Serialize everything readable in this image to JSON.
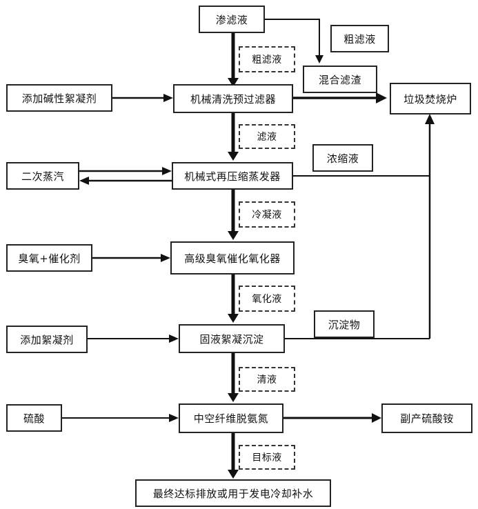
{
  "nodes": {
    "permeate": "渗滤液",
    "coarse_filtrate_side": "粗滤液",
    "coarse_filtrate_flow": "粗滤液",
    "mixed_residue": "混合滤渣",
    "incinerator": "垃圾焚烧炉",
    "alkaline_flocculant": "添加碱性絮凝剂",
    "mech_filter": "机械清洗预过滤器",
    "filtrate": "滤液",
    "concentrate": "浓缩液",
    "secondary_steam": "二次蒸汽",
    "mvr": "机械式再压缩蒸发器",
    "condensate": "冷凝液",
    "ozone_catalyst": "臭氧+催化剂",
    "oxidizer": "高级臭氧催化氧化器",
    "oxidized_liquid": "氧化液",
    "sediment": "沉淀物",
    "flocculant": "添加絮凝剂",
    "sedimentation": "固液絮凝沉淀",
    "clear_liquid": "清液",
    "sulfuric_acid": "硫酸",
    "deammonia": "中空纤维脱氨氮",
    "byproduct": "副产硫酸铵",
    "target_liquid": "目标液",
    "final": "最终达标排放或用于发电冷却补水"
  }
}
